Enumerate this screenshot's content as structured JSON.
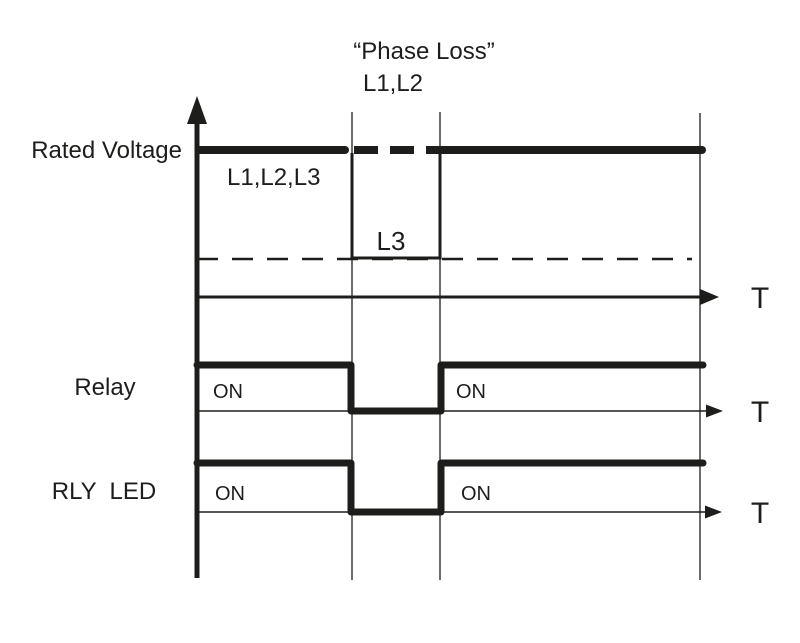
{
  "colors": {
    "ink": "#1d1d1b",
    "background": "#ffffff"
  },
  "title": {
    "event": "“Phase Loss”",
    "phases": "L1,L2"
  },
  "voltage_row": {
    "label": "Rated Voltage",
    "phases_all": "L1,L2,L3",
    "phase_remaining": "L3",
    "time_axis": "T"
  },
  "relay_row": {
    "label": "Relay",
    "on_before": "ON",
    "on_after": "ON",
    "time_axis": "T"
  },
  "led_row": {
    "label": "RLY  LED",
    "on_before": "ON",
    "on_after": "ON",
    "time_axis": "T"
  },
  "diagram_data": {
    "type": "timing",
    "time_axis_label": "T",
    "event": "Phase Loss of L1,L2",
    "signals": [
      {
        "name": "Rated Voltage",
        "trace": "solid at rated level (L1,L2,L3); during event L1,L2 shown dashed at rated level while L3 drops to reduced level; returns solid at rated level",
        "visible_labels": [
          "L1,L2,L3",
          "L3"
        ]
      },
      {
        "name": "Relay",
        "trace": "high before event, drops low during event, returns high after event",
        "visible_labels": [
          "ON",
          "ON"
        ]
      },
      {
        "name": "RLY LED",
        "trace": "high before event, drops low during event, returns high after event",
        "visible_labels": [
          "ON",
          "ON"
        ]
      }
    ]
  }
}
